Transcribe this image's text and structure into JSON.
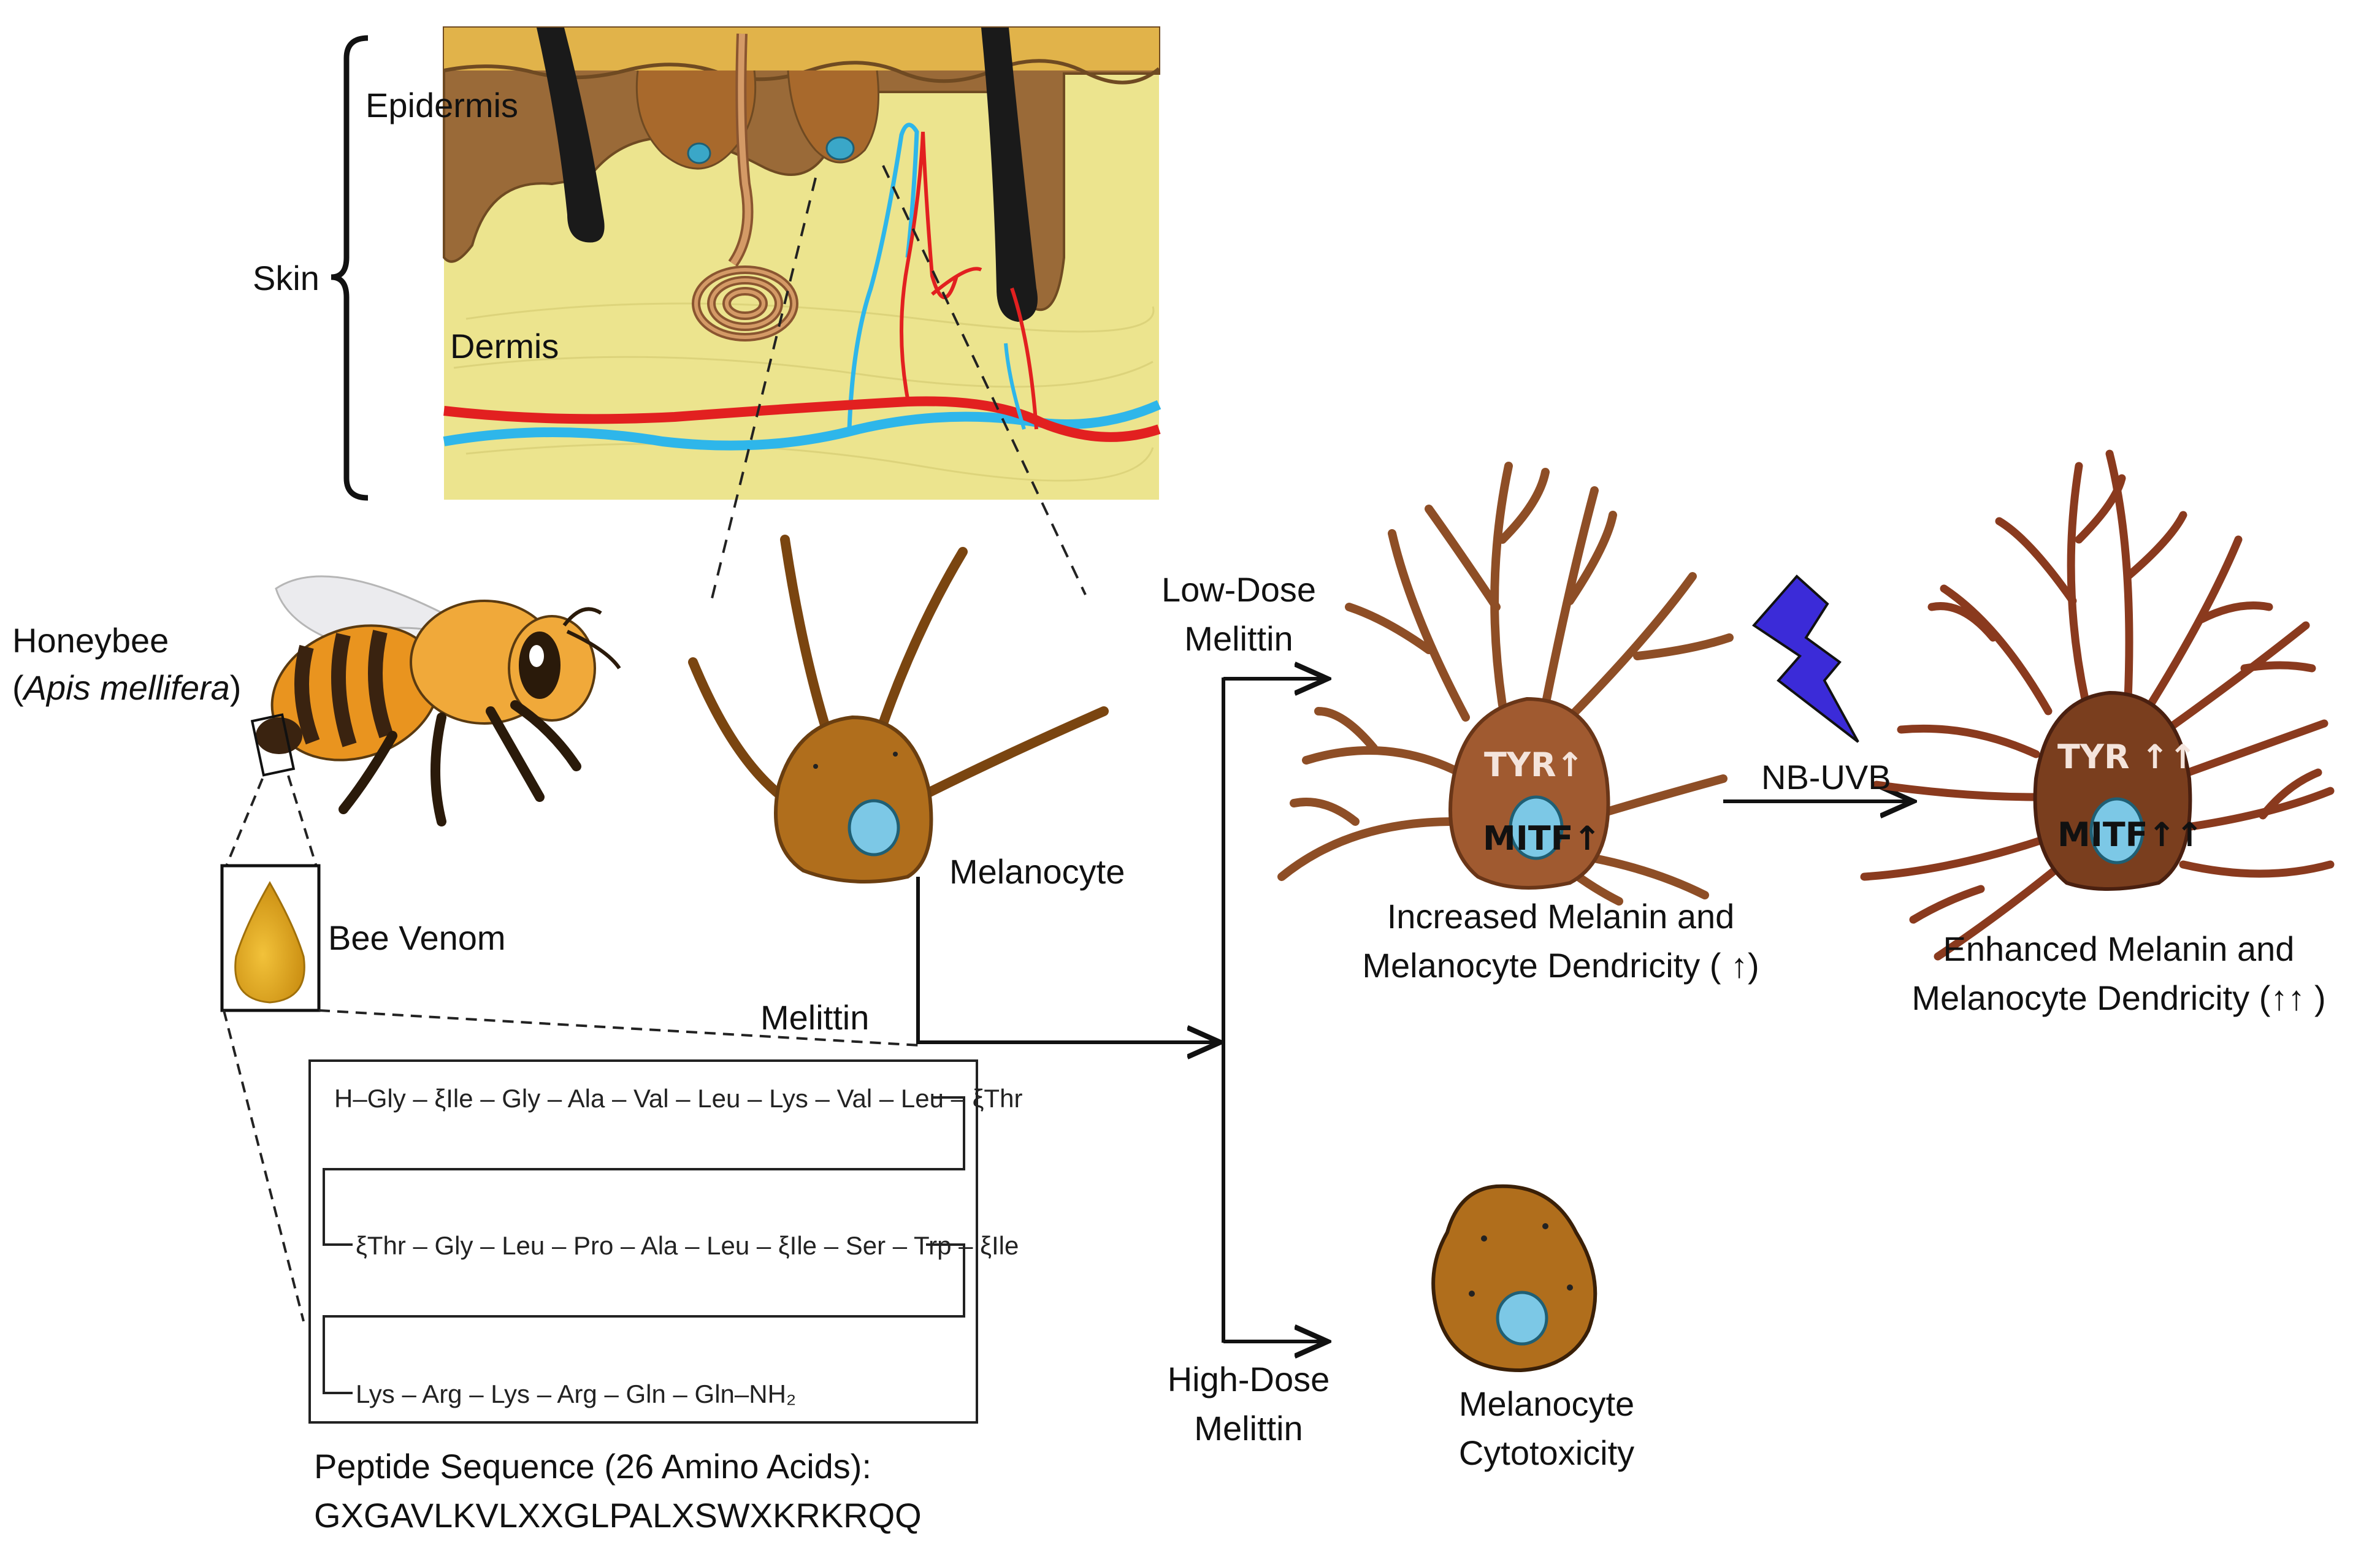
{
  "skin": {
    "label": "Skin",
    "epidermis": "Epidermis",
    "dermis": "Dermis"
  },
  "bee": {
    "name": "Honeybee",
    "species_open": "(",
    "species": "Apis mellifera",
    "species_close": ")",
    "venom": "Bee Venom"
  },
  "melanocyte": {
    "label": "Melanocyte"
  },
  "melittin": {
    "label": "Melittin"
  },
  "peptide": {
    "rows": [
      "H–Gly – ξIle – Gly – Ala – Val – Leu – Lys – Val – Leu – ξThr",
      "ξThr – Gly – Leu – Pro – Ala – Leu – ξIle – Ser – Trp – ξIle",
      "Lys – Arg – Lys – Arg – Gln – Gln–NH₂"
    ],
    "caption_line1": "Peptide Sequence (26 Amino Acids):",
    "caption_line2": "GXGAVLKVLXXGLPALXSWXKRKRQQ"
  },
  "low_dose": {
    "line1": "Low-Dose",
    "line2": "Melittin"
  },
  "high_dose": {
    "line1": "High-Dose",
    "line2": "Melittin"
  },
  "cell1": {
    "tyr": "TYR↑",
    "mitf": "MITF↑",
    "caption_line1": "Increased Melanin and",
    "caption_line2": "Melanocyte Dendricity ( ↑)"
  },
  "uv": {
    "label": "NB-UVB",
    "colors": {
      "bolt": "#3b2bd8"
    }
  },
  "cell2": {
    "tyr": "TYR ↑↑",
    "mitf": "MITF↑↑",
    "caption_line1": "Enhanced Melanin and",
    "caption_line2": "Melanocyte  Dendricity  (↑↑ )"
  },
  "cell3": {
    "caption_line1": "Melanocyte",
    "caption_line2": "Cytotoxicity"
  },
  "colors": {
    "epidermis": "#9a6a38",
    "dermis": "#ece48e",
    "cell_light": "#b06e1c",
    "cell_dark": "#7a3e1e",
    "nucleus": "#7cc8e6",
    "artery": "#e22020",
    "vein": "#2eb6ea"
  }
}
